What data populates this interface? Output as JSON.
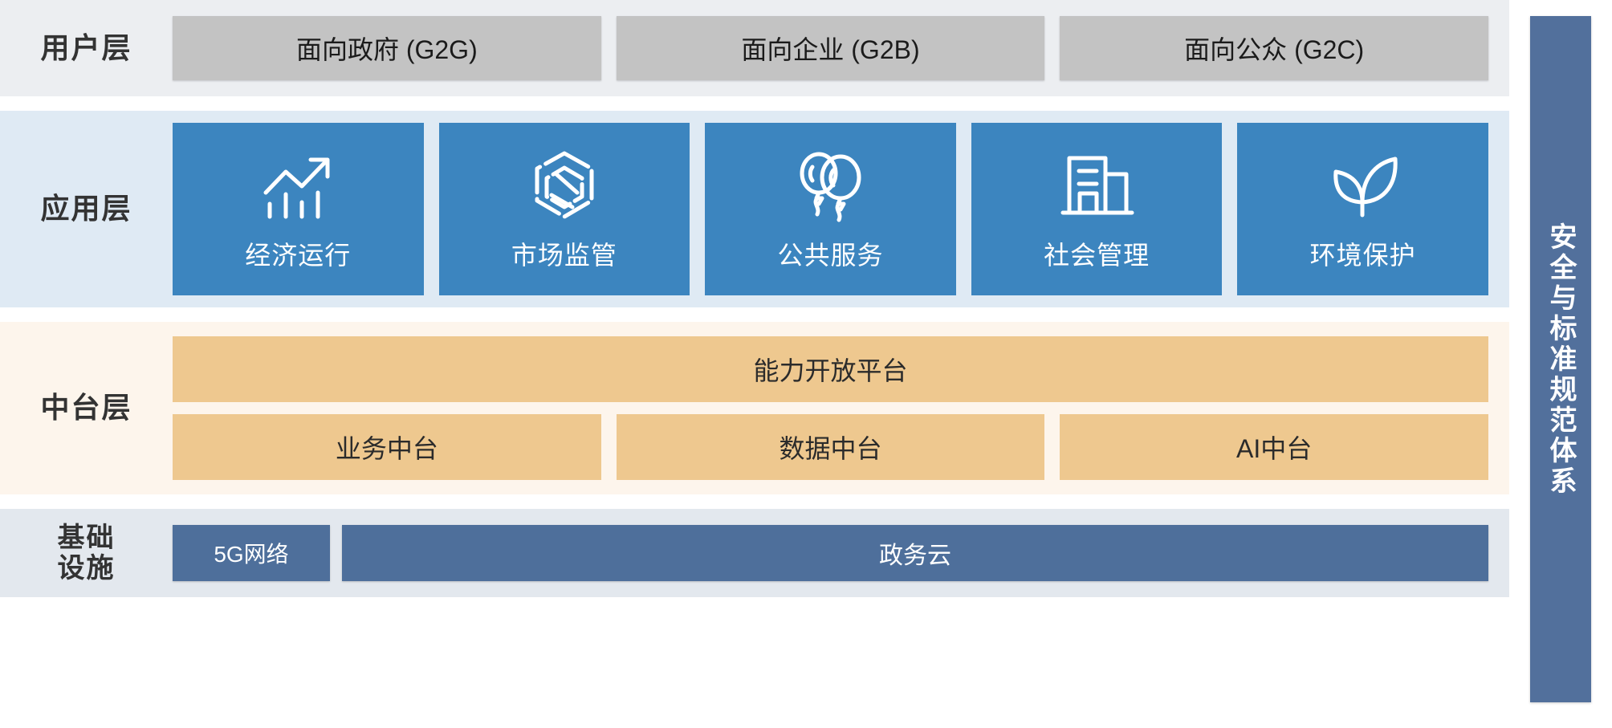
{
  "layers": [
    {
      "id": "user",
      "label": "用户层",
      "boxes": [
        "面向政府 (G2G)",
        "面向企业 (G2B)",
        "面向公众 (G2C)"
      ]
    },
    {
      "id": "application",
      "label": "应用层",
      "tiles": [
        {
          "label": "经济运行",
          "icon": "growth-chart-icon"
        },
        {
          "label": "市场监管",
          "icon": "hexagon-cube-icon"
        },
        {
          "label": "公共服务",
          "icon": "balloons-icon"
        },
        {
          "label": "社会管理",
          "icon": "office-building-icon"
        },
        {
          "label": "环境保护",
          "icon": "leaf-sprout-icon"
        }
      ]
    },
    {
      "id": "middle-platform",
      "label": "中台层",
      "wide_box": "能力开放平台",
      "boxes": [
        "业务中台",
        "数据中台",
        "AI中台"
      ]
    },
    {
      "id": "infrastructure",
      "label": "基础\n设施",
      "small_box": "5G网络",
      "wide_box": "政务云"
    }
  ],
  "side_bar": {
    "label": "安全与标准规范体系"
  },
  "colors": {
    "user_band_bg": "#eceef1",
    "user_box_bg": "#c3c3c3",
    "app_band_bg": "#dfeaf4",
    "app_tile_bg": "#3c85bf",
    "mid_band_bg": "#fdf5ec",
    "mid_box_bg": "#eec88f",
    "infra_band_bg": "#e3e8ee",
    "infra_box_bg": "#4e6f9b",
    "side_bar_bg": "#52709c",
    "text_dark": "#333333",
    "text_light": "#ffffff"
  }
}
